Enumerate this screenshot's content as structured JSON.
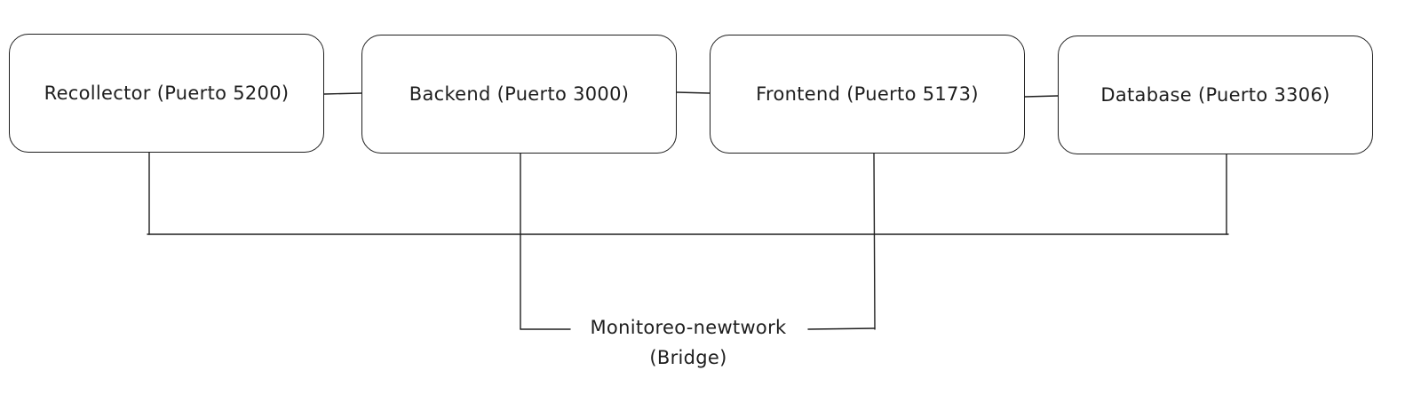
{
  "nodes": [
    {
      "id": "recollector",
      "label": "Recollector (Puerto 5200)"
    },
    {
      "id": "backend",
      "label": "Backend (Puerto 3000)"
    },
    {
      "id": "frontend",
      "label": "Frontend (Puerto 5173)"
    },
    {
      "id": "database",
      "label": "Database (Puerto 3306)"
    }
  ],
  "network": {
    "name": "Monitoreo-newtwork",
    "type": "(Bridge)"
  },
  "colors": {
    "stroke": "#1e1e1e",
    "background": "#ffffff"
  }
}
